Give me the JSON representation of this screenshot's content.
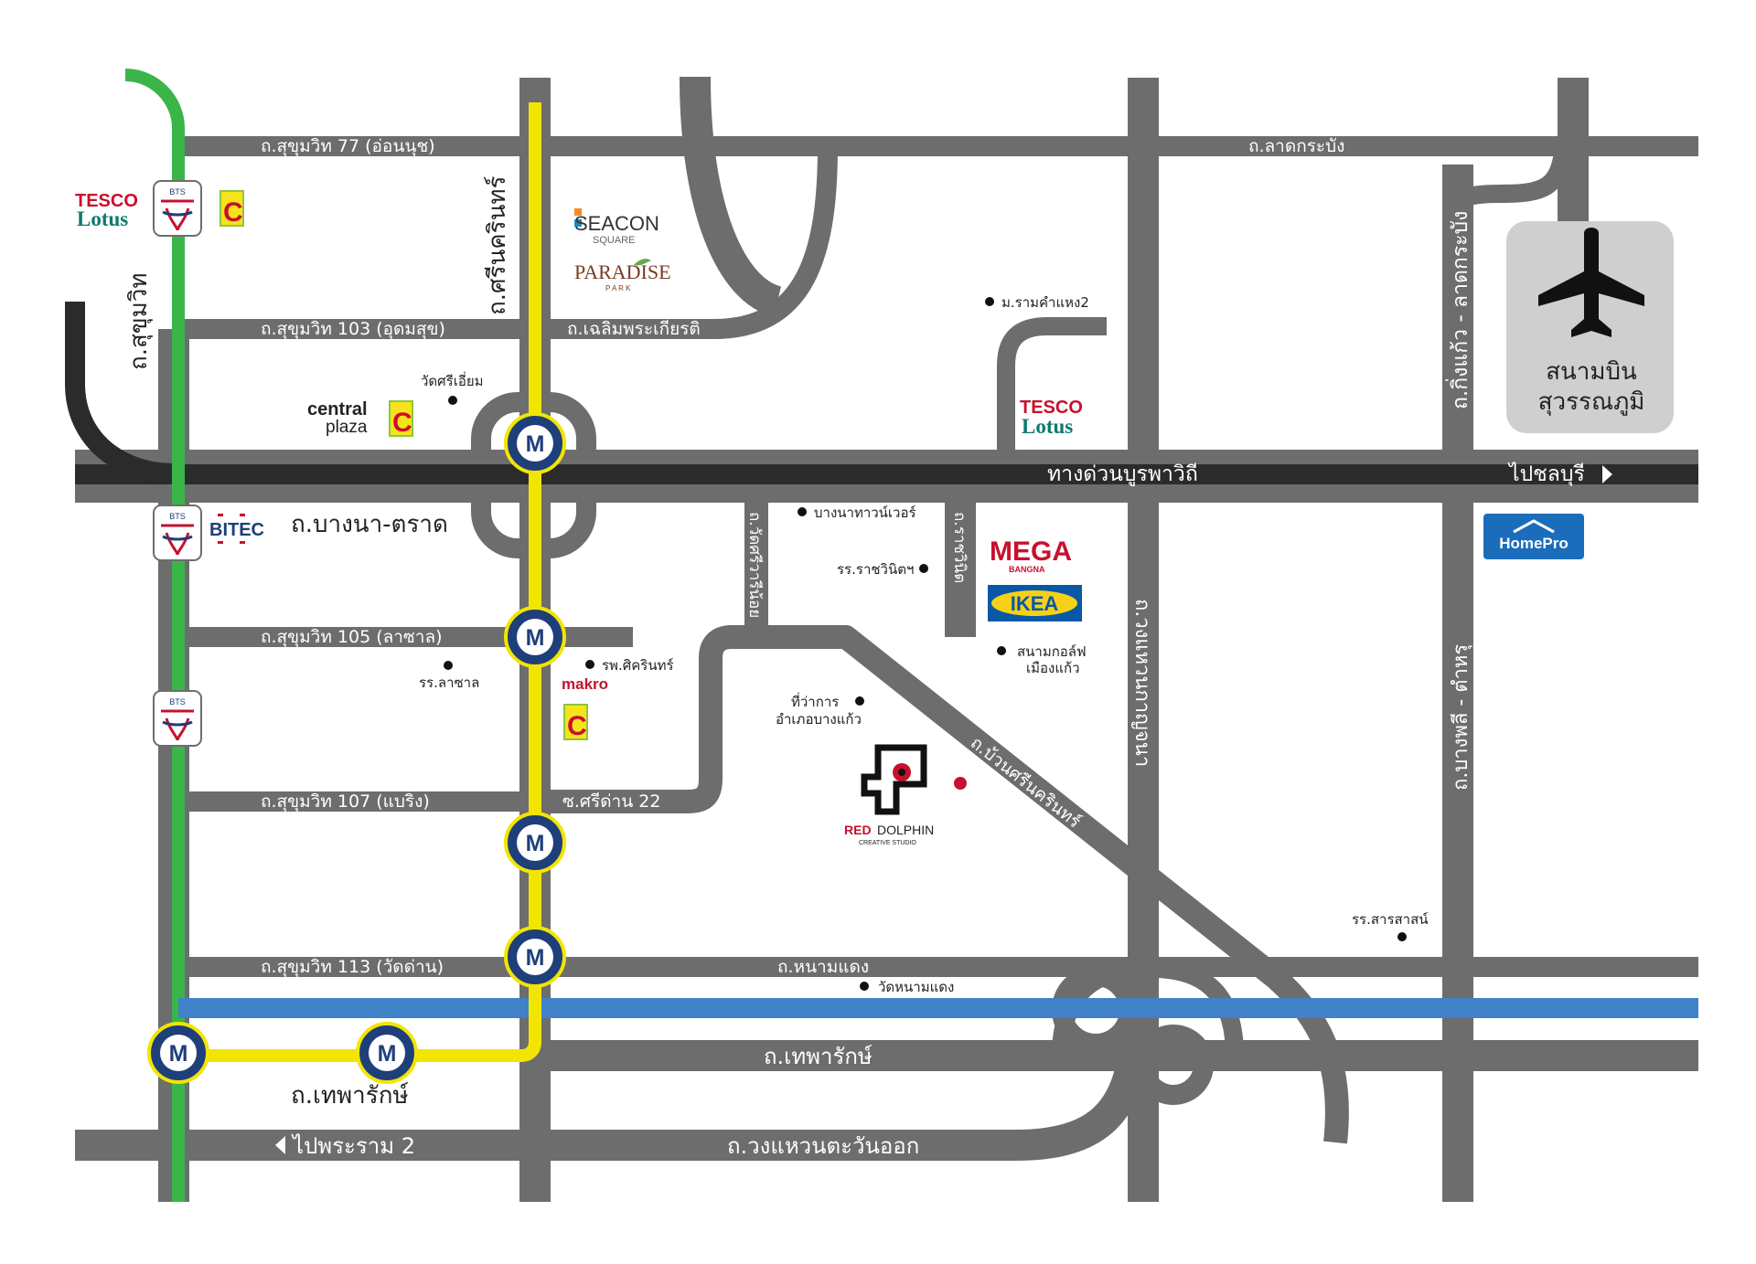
{
  "colors": {
    "road": "#6d6d6d",
    "expressway": "#2b2b2b",
    "bts_line": "#3bb54a",
    "mrt_yellow": "#f2e500",
    "mrt_blue_line": "#3f82c8",
    "mrt_badge": "#1e3f7a",
    "airport_bg": "#cfcfcf",
    "accent_red": "#c8102e"
  },
  "roads": {
    "sukhumvit77": "ถ.สุขุมวิท 77 (อ่อนนุช)",
    "ladkrabang": "ถ.ลาดกระบัง",
    "srinakarin": "ถ.ศรีนครินทร์",
    "sukhumvit": "ถ.สุขุมวิท",
    "sukhumvit103": "ถ.สุขุมวิท 103 (อุดมสุข)",
    "chalermphrakiat": "ถ.เฉลิมพระเกียรติ",
    "kingkaew_ladkrabang": "ถ.กิ่งแก้ว - ลาดกระบัง",
    "burapha_vithi": "ทางด่วนบูรพาวิถี",
    "to_chonburi": "ไปชลบุรี",
    "bangna_trad": "ถ.บางนา-ตราด",
    "sukhumvit105": "ถ.สุขุมวิท 105 (ลาซาล)",
    "wat_sri_wong": "ถ.วัดศรีวารีน้อย",
    "rachawinit": "ถ.ราชวินิต",
    "kanchanaphisek_v": "ถ.วงแหวนกาญจนา",
    "bangphli_tamru": "ถ.บางพลี - ตำหรุ",
    "bunsrinakarin": "ถ.บ้วนศรีนครินทร์",
    "sukhumvit107": "ถ.สุขุมวิท 107 (แบริ่ง)",
    "soi_sridan22": "ซ.ศรีด่าน 22",
    "sukhumvit113": "ถ.สุขุมวิท 113 (วัดด่าน)",
    "nam_daeng": "ถ.หนามแดง",
    "theparak_main": "ถ.เทพารักษ์",
    "theparak_lower": "ถ.เทพารักษ์",
    "to_rama2": "ไปพระราม 2",
    "ring_east": "ถ.วงแหวนตะวันออก"
  },
  "pois": {
    "ram2": "ม.รามคำแหง2",
    "wat_sri_iam": "วัดศรีเอี่ยม",
    "bangna_tower": "บางนาทาวน์เวอร์",
    "rachawinit_school": "รร.ราชวินิตฯ",
    "golf": "สนามกอล์ฟ",
    "golf2": "เมืองแก้ว",
    "sikarin": "รพ.ศิครินทร์",
    "lasalle_school": "รร.ลาซาล",
    "district1": "ที่ว่าการ",
    "district2": "อำเภอบางแก้ว",
    "sarasas": "รร.สารสาสน์",
    "wat_nam_daeng": "วัดหนามแดง"
  },
  "airport": {
    "line1": "สนามบิน",
    "line2": "สุวรรณภูมิ"
  },
  "logos": {
    "tesco1": "TESCO",
    "tesco2": "Lotus",
    "bigc": "C",
    "bitec": "BITEC",
    "seacon1": "SEACON",
    "seacon2": "SQUARE",
    "paradise1": "PARADISE",
    "paradise2": "P A R K",
    "central1": "central",
    "central2": "plaza",
    "mega1": "MEGA",
    "mega2": "BANGNA",
    "ikea": "IKEA",
    "homepro": "HomePro",
    "makro": "makro",
    "reddolphin1": "RED",
    "reddolphin2": "DOLPHIN",
    "reddolphin3": "CREATIVE STUDIO"
  },
  "badges": {
    "mrt": "M",
    "bts": "BTS"
  }
}
